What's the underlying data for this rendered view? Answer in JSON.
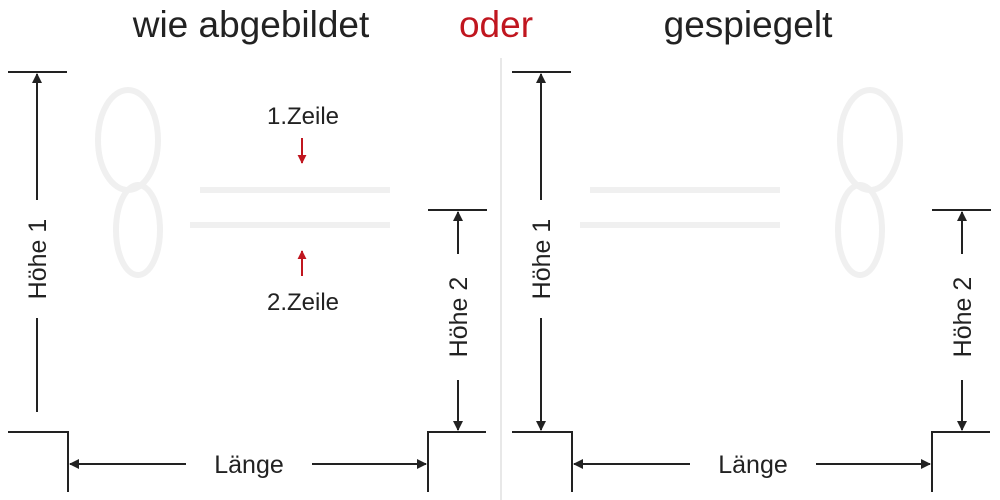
{
  "headings": {
    "left": "wie abgebildet",
    "middle": "oder",
    "right": "gespiegelt"
  },
  "left_panel": {
    "hoehe1": "Höhe 1",
    "hoehe2": "Höhe 2",
    "laenge": "Länge",
    "zeile1": "1.Zeile",
    "zeile2": "2.Zeile"
  },
  "right_panel": {
    "hoehe1": "Höhe 1",
    "hoehe2": "Höhe 2",
    "laenge": "Länge"
  },
  "colors": {
    "text": "#222222",
    "accent": "#c0161f",
    "line": "#222222",
    "divider": "#d8d8d8",
    "watermark": "#f1f1f1"
  }
}
